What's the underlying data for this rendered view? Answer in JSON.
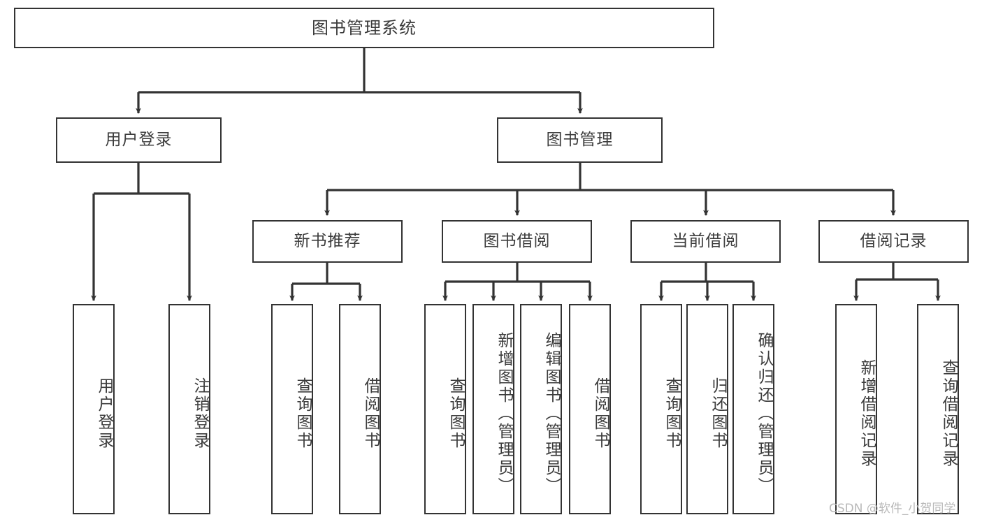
{
  "diagram": {
    "title": "图书管理系统",
    "type": "tree-hierarchy-chart",
    "watermark": "CSDN @软件_小贺同学",
    "colors": {
      "node_border": "#333333",
      "node_fill": "#ffffff",
      "text": "#3c3c3c",
      "edge": "#333333",
      "watermark": "#b9b9b9",
      "background": "#ffffff"
    },
    "levels": {
      "root": {
        "label": "图书管理系统"
      },
      "level2": [
        {
          "id": "user-login",
          "label": "用户登录"
        },
        {
          "id": "book-management",
          "label": "图书管理"
        }
      ],
      "level3": [
        {
          "id": "new-book-recommend",
          "label": "新书推荐",
          "parent": "book-management"
        },
        {
          "id": "book-borrow",
          "label": "图书借阅",
          "parent": "book-management"
        },
        {
          "id": "current-borrow",
          "label": "当前借阅",
          "parent": "book-management"
        },
        {
          "id": "borrow-record",
          "label": "借阅记录",
          "parent": "book-management"
        }
      ],
      "leaves": {
        "user-login": [
          {
            "id": "leaf-user-login",
            "label": "用户登录"
          },
          {
            "id": "leaf-logout-login",
            "label": "注销登录"
          }
        ],
        "new-book-recommend": [
          {
            "id": "leaf-query-book-1",
            "label": "查询图书"
          },
          {
            "id": "leaf-borrow-book-1",
            "label": "借阅图书"
          }
        ],
        "book-borrow": [
          {
            "id": "leaf-query-book-2",
            "label": "查询图书"
          },
          {
            "id": "leaf-add-book",
            "label": "新增图书（管理员）"
          },
          {
            "id": "leaf-edit-book",
            "label": "编辑图书（管理员）"
          },
          {
            "id": "leaf-borrow-book-2",
            "label": "借阅图书"
          }
        ],
        "current-borrow": [
          {
            "id": "leaf-query-book-3",
            "label": "查询图书"
          },
          {
            "id": "leaf-return-book",
            "label": "归还图书"
          },
          {
            "id": "leaf-confirm-return",
            "label": "确认归还（管理员）"
          }
        ],
        "borrow-record": [
          {
            "id": "leaf-add-record",
            "label": "新增借阅记录"
          },
          {
            "id": "leaf-query-record",
            "label": "查询借阅记录"
          }
        ]
      }
    }
  }
}
